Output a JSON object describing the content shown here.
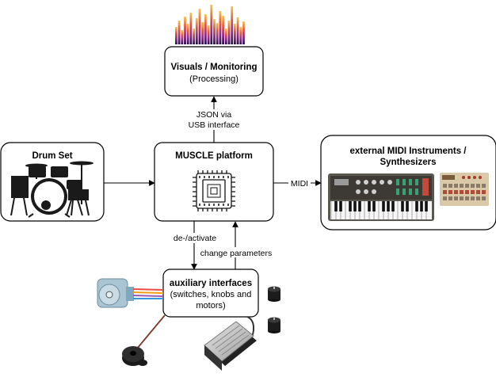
{
  "nodes": {
    "visuals": {
      "title": "Visuals / Monitoring",
      "subtitle": "(Processing)"
    },
    "drum": {
      "title": "Drum Set"
    },
    "muscle": {
      "title": "MUSCLE platform"
    },
    "midi": {
      "title_line1": "external MIDI Instruments /",
      "title_line2": "Synthesizers"
    },
    "aux": {
      "title": "auxiliary interfaces",
      "line2": "(switches, knobs and",
      "line3": "motors)"
    }
  },
  "edges": {
    "json_line1": "JSON via",
    "json_line2": "USB interface",
    "midi": "MIDI",
    "deactivate": "de-/activate",
    "change": "change parameters"
  },
  "icons": {
    "bars": "audio-spectrum-bars-icon",
    "drum": "drum-kit-icon",
    "chip": "microchip-icon",
    "synth": "synthesizer-keyboard-icon",
    "sampler": "sampler-device-icon",
    "motor": "stepper-motor-icon",
    "buzzer": "piezo-buzzer-icon",
    "knob": "rotary-knob-icon",
    "pedal": "foot-pedal-switch-icon"
  },
  "colors": {
    "stroke": "#000000",
    "box_fill": "#ffffff"
  }
}
